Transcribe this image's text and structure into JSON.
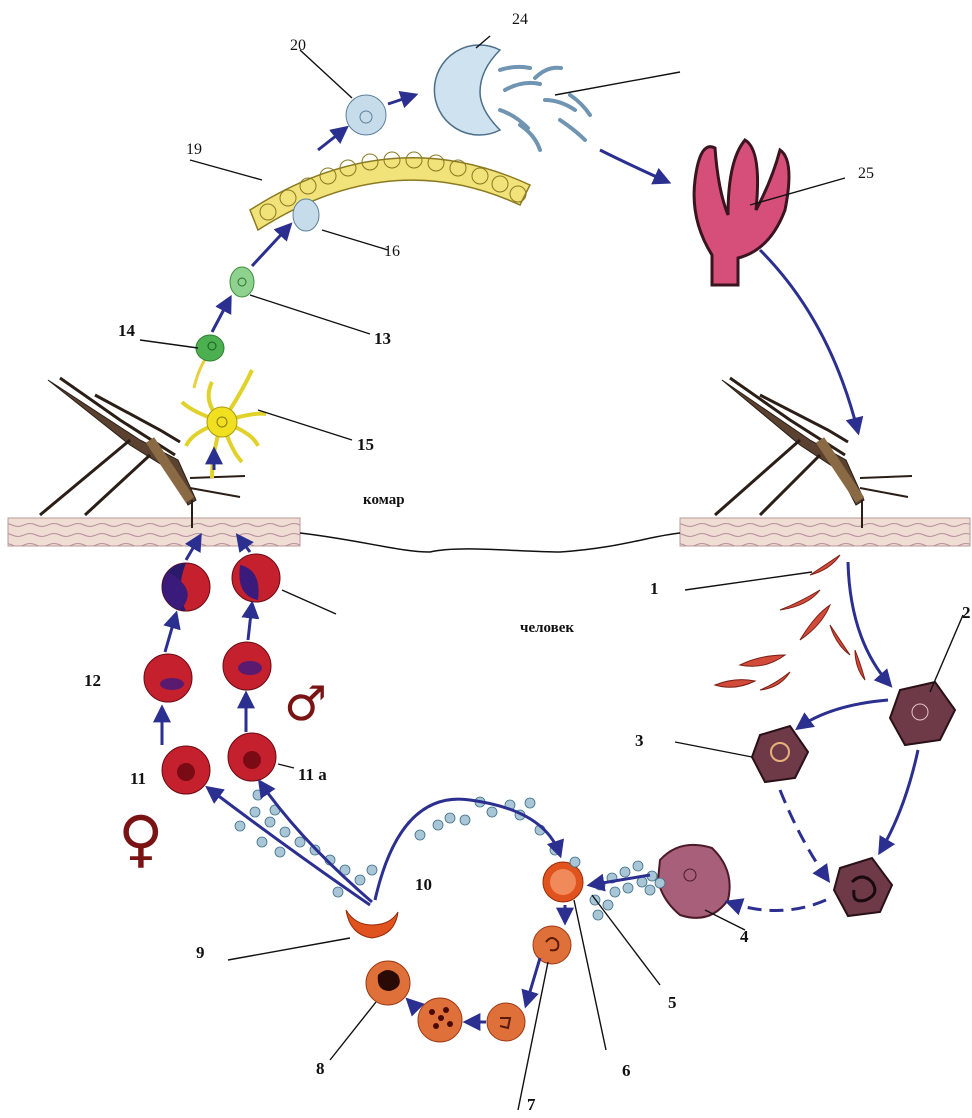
{
  "diagram": {
    "host_labels": {
      "mosquito": "комар",
      "human": "человек"
    },
    "stage_numbers": {
      "n1": "1",
      "n2": "2",
      "n3": "3",
      "n4": "4",
      "n5": "5",
      "n6": "6",
      "n7": "7",
      "n8": "8",
      "n9": "9",
      "n10": "10",
      "n11": "11",
      "n11a": "11 а",
      "n12": "12",
      "n13": "13",
      "n14": "14",
      "n15": "15",
      "n16": "16",
      "n19": "19",
      "n20": "20",
      "n24": "24",
      "n25": "25"
    },
    "symbols": {
      "female": "♀",
      "male": "♂"
    },
    "colors": {
      "arrow": "#2b2f8f",
      "erythrocyte": "#c4202e",
      "schizont": "#6e3a48",
      "merozoite": "#a9c6d6",
      "oocyst": "#c7dcea",
      "gut_wall": "#f1e27a",
      "salivary_gland": "#d64f7a",
      "skin": "#e8cfc4",
      "late_stage": "#e0531f"
    }
  }
}
